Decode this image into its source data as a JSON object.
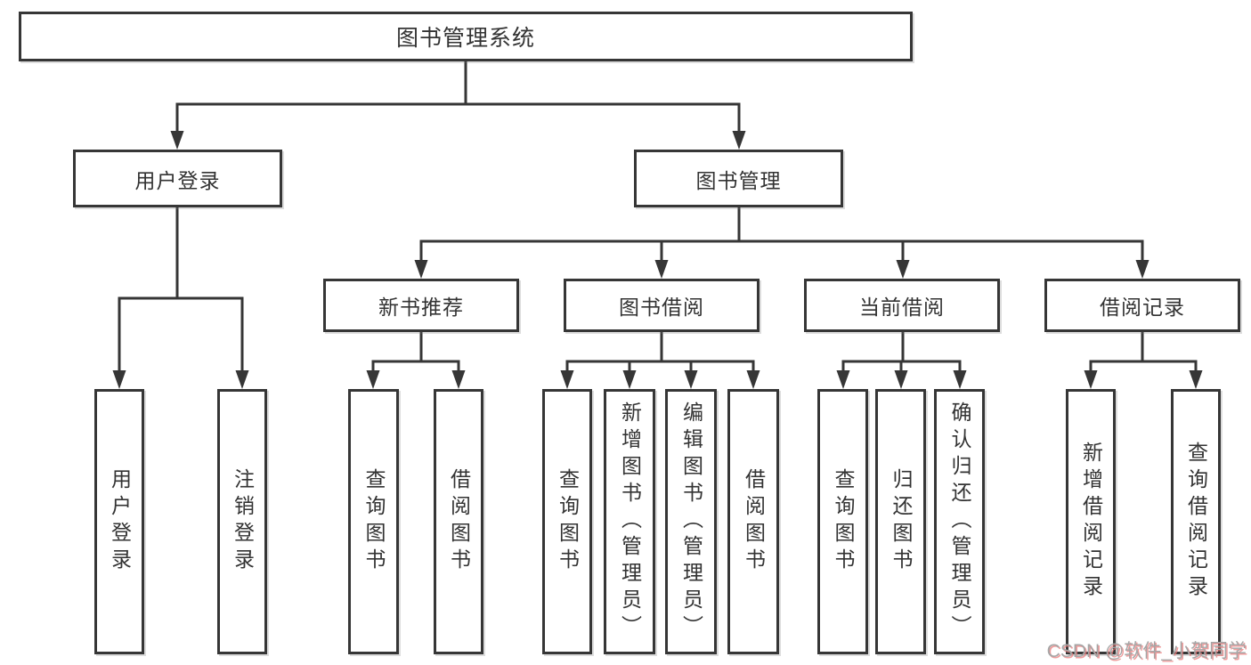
{
  "tree": {
    "label": "图书管理系统",
    "children": [
      {
        "label": "用户登录",
        "children": [
          {
            "label": "用户登录"
          },
          {
            "label": "注销登录"
          }
        ]
      },
      {
        "label": "图书管理",
        "children": [
          {
            "label": "新书推荐",
            "children": [
              {
                "label": "查询图书"
              },
              {
                "label": "借阅图书"
              }
            ]
          },
          {
            "label": "图书借阅",
            "children": [
              {
                "label": "查询图书"
              },
              {
                "label": "新增图书（管理员）"
              },
              {
                "label": "编辑图书（管理员）"
              },
              {
                "label": "借阅图书"
              }
            ]
          },
          {
            "label": "当前借阅",
            "children": [
              {
                "label": "查询图书"
              },
              {
                "label": "归还图书"
              },
              {
                "label": "确认归还（管理员）"
              }
            ]
          },
          {
            "label": "借阅记录",
            "children": [
              {
                "label": "新增借阅记录"
              },
              {
                "label": "查询借阅记录"
              }
            ]
          }
        ]
      }
    ]
  },
  "watermark": {
    "text": "CSDN @软件_小贺同学"
  },
  "colors": {
    "line": "#363636",
    "box_border": "#363636",
    "text": "#333333",
    "background": "#ffffff",
    "watermark": "#a6a6a6",
    "watermark_shadow": "#e97b7b"
  }
}
